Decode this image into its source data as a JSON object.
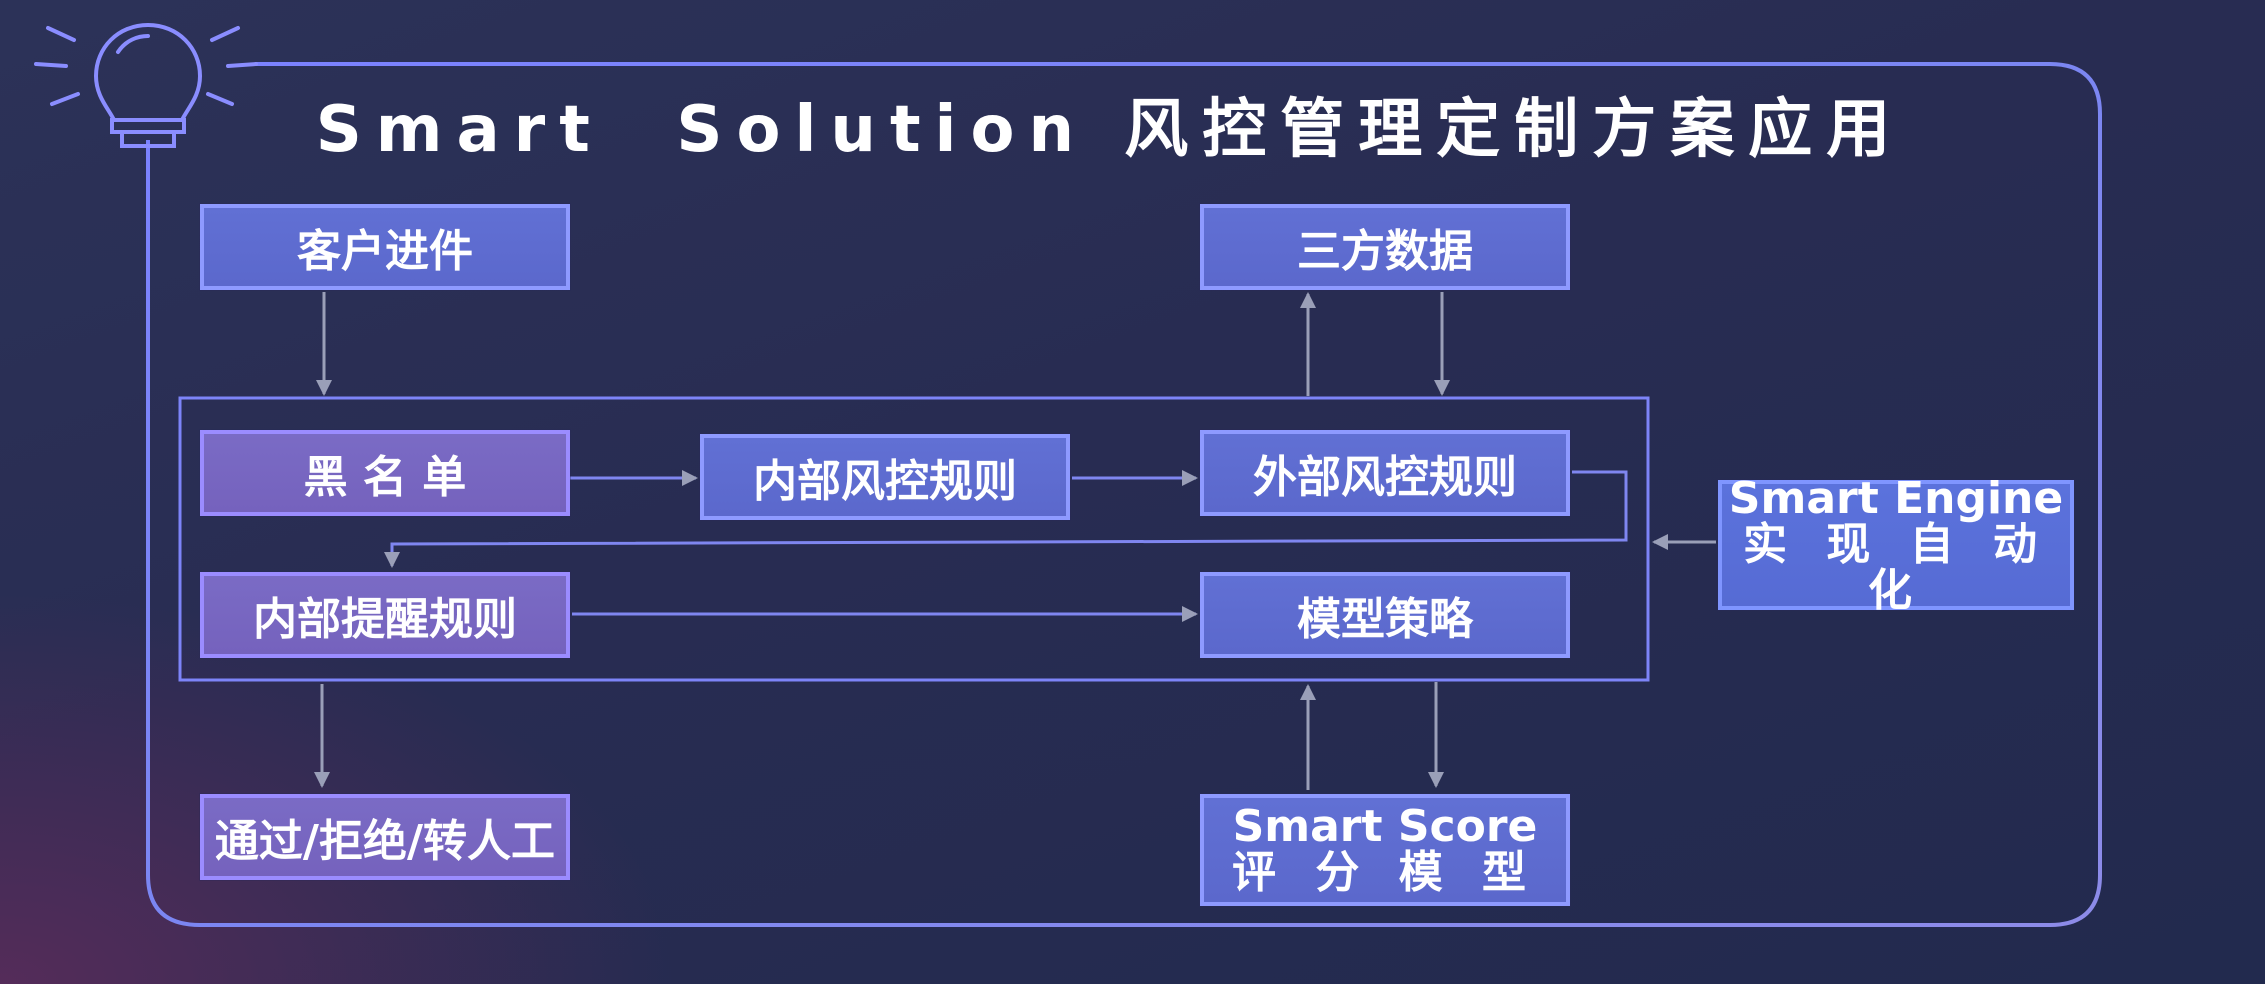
{
  "title": "Smart  Solution 风控管理定制方案应用",
  "nodes": {
    "customer_entry": "客户进件",
    "third_party_data": "三方数据",
    "blacklist": "黑 名 单",
    "internal_risk_rules": "内部风控规则",
    "external_risk_rules": "外部风控规则",
    "internal_alert_rules": "内部提醒规则",
    "model_strategy": "模型策略",
    "decision": "通过/拒绝/转人工",
    "smart_score_line1": "Smart Score",
    "smart_score_line2": "评 分 模 型",
    "smart_engine_line1": "Smart Engine",
    "smart_engine_line2": "实 现 自 动 化"
  },
  "colors": {
    "line": "#7f86f0",
    "arrow_gray": "#9a9fb8",
    "frame_top": "#7f83ff",
    "frame_bottom": "#9b86e8"
  },
  "icons": {
    "lightbulb": "lightbulb-icon"
  }
}
